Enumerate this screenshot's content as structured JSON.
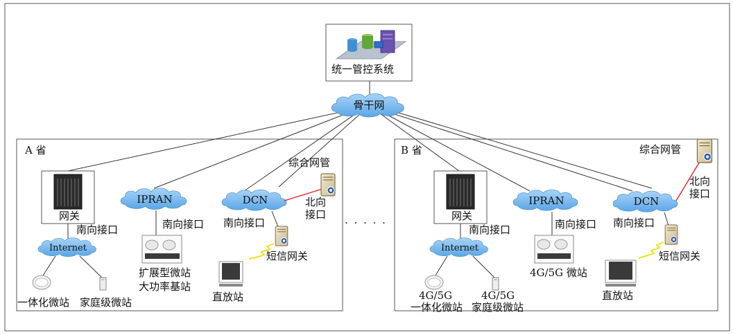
{
  "top_system": {
    "label": "统一管控系统"
  },
  "backbone": {
    "label": "骨干网"
  },
  "ellipsis": "· · · · ·",
  "province_a": {
    "title": "A 省",
    "gateway": "网关",
    "south_if_1": "南向接口",
    "internet": "Internet",
    "ipran": "IPRAN",
    "south_if_2": "南向接口",
    "dcn": "DCN",
    "south_if_3": "南向接口",
    "nms": "综合网管",
    "north_if": "北向接口",
    "sms_gateway": "短信网关",
    "integrated_cell": "一体化微站",
    "home_cell": "家庭级微站",
    "extended_cell_1": "扩展型微站",
    "extended_cell_2": "大功率基站",
    "repeater": "直放站"
  },
  "province_b": {
    "title": "B 省",
    "gateway": "网关",
    "south_if_1": "南向接口",
    "internet": "Internet",
    "ipran": "IPRAN",
    "south_if_2": "南向接口",
    "dcn": "DCN",
    "south_if_3": "南向接口",
    "nms": "综合网管",
    "north_if": "北向接口",
    "sms_gateway": "短信网关",
    "integrated_cell_1": "4G/5G",
    "integrated_cell_2": "一体化微站",
    "home_cell_1": "4G/5G",
    "home_cell_2": "家庭级微站",
    "micro_cell": "4G/5G 微站",
    "repeater": "直放站"
  },
  "colors": {
    "cloud": "#79b8ee",
    "north_link": "#e02020",
    "wireless": "#f0e020",
    "border": "#555555"
  }
}
